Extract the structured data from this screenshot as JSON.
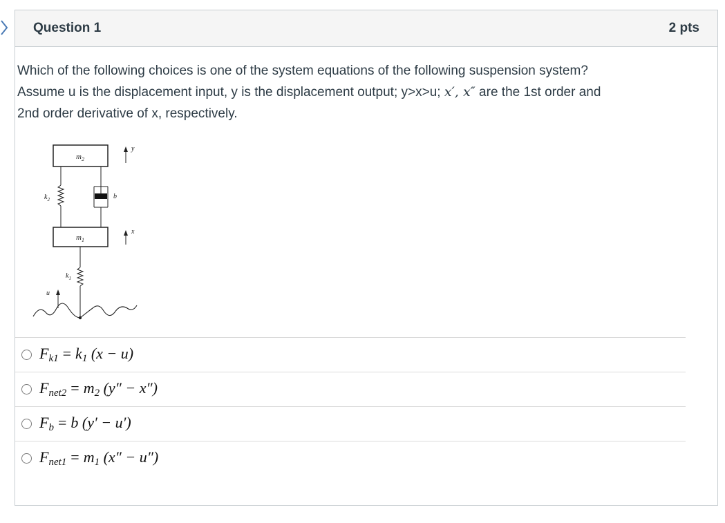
{
  "question": {
    "title": "Question 1",
    "points": "2 pts",
    "text_line1": "Which of the following choices is one of the system equations of the following suspension system?",
    "text_line2_pre": "Assume u is the displacement input, y is the displacement output; y>x>u; ",
    "text_line2_math": "x′, x″",
    "text_line2_post": " are the 1st order and",
    "text_line3": "2nd order derivative of x, respectively."
  },
  "diagram": {
    "labels": {
      "m2": "m",
      "m2_sub": "2",
      "m1": "m",
      "m1_sub": "1",
      "k2": "k",
      "k2_sub": "2",
      "k1": "k",
      "k1_sub": "1",
      "b": "b",
      "y": "y",
      "x": "x",
      "u": "u"
    }
  },
  "answers": [
    {
      "lhs": "F",
      "lhs_sub": "k1",
      "rhs": "k",
      "rhs_sub": "1",
      "expr": "(x − u)"
    },
    {
      "lhs": "F",
      "lhs_sub": "net2",
      "rhs": "m",
      "rhs_sub": "2",
      "expr": "(y″ − x″)"
    },
    {
      "lhs": "F",
      "lhs_sub": "b",
      "rhs": "b",
      "rhs_sub": "",
      "expr": "(y′ − u′)"
    },
    {
      "lhs": "F",
      "lhs_sub": "net1",
      "rhs": "m",
      "rhs_sub": "1",
      "expr": "(x″ − u″)"
    }
  ]
}
